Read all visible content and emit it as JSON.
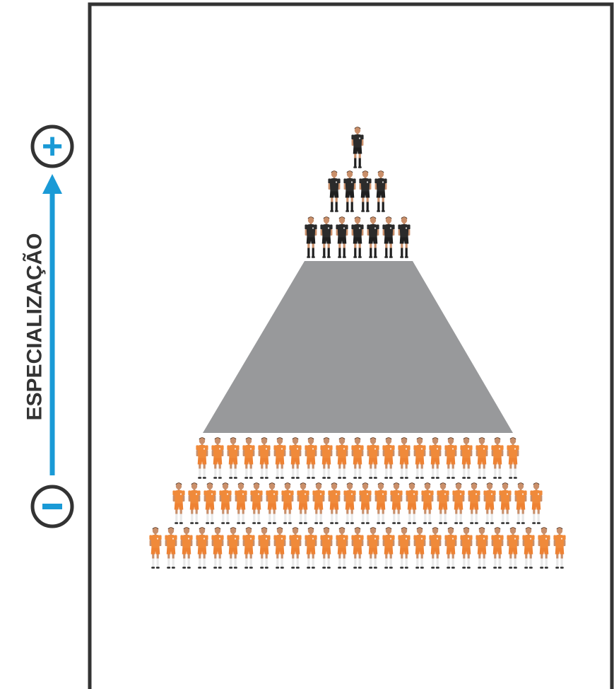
{
  "axis": {
    "label": "ESPECIALIZAÇÃO",
    "plus_symbol": "+",
    "minus_symbol": "−",
    "arrow_color": "#1a9ad6",
    "circle_color": "#333333",
    "direction": "up"
  },
  "frame": {
    "border_color": "#333333"
  },
  "pyramid": {
    "trapezoid_color": "#98999b",
    "referee_rows": [
      1,
      4,
      7
    ],
    "player_rows": [
      21,
      24,
      27
    ],
    "referee_colors": {
      "shirt": "#2b2b2b",
      "shorts": "#1f1f1f",
      "socks": "#1f1f1f",
      "skin": "#c98f6a",
      "hair": "#3a2a20"
    },
    "player_colors": {
      "shirt": "#f08a3a",
      "shorts": "#ee8233",
      "socks": "#e9e9e9",
      "skin": "#c98f6a",
      "hair": "#3a2a20"
    }
  }
}
